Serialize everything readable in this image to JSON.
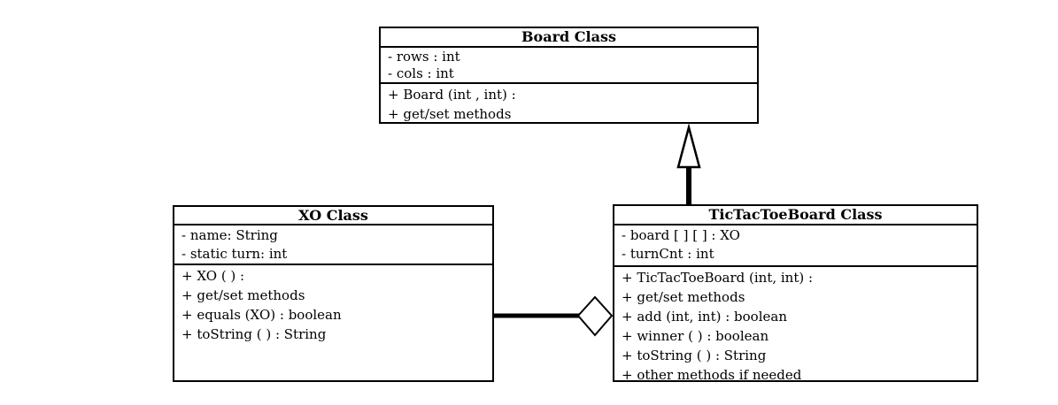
{
  "diagram": {
    "type": "uml-class-diagram",
    "background_color": "#ffffff",
    "line_color": "#000000",
    "box_fill_color": "#ffffff"
  },
  "classes": [
    {
      "id": "board",
      "title": "Board Class",
      "attributes": [
        "- rows : int",
        "- cols : int"
      ],
      "methods": [
        "+ Board (int , int) :",
        "+ get/set methods"
      ]
    },
    {
      "id": "xo",
      "title": "XO Class",
      "attributes": [
        "- name: String",
        "- static turn: int"
      ],
      "methods": [
        "+ XO ( ) :",
        "+ get/set methods",
        "+ equals (XO) : boolean",
        "+ toString ( ) : String"
      ]
    },
    {
      "id": "tictactoeboard",
      "title": "TicTacToeBoard Class",
      "attributes": [
        "- board [ ] [ ] : XO",
        "- turnCnt : int"
      ],
      "methods": [
        "+ TicTacToeBoard (int, int) :",
        "+ get/set methods",
        "+ add (int, int) : boolean",
        "+ winner ( ) : boolean",
        "+ toString ( ) : String",
        "+ other methods if needed"
      ]
    }
  ],
  "relationships": [
    {
      "type": "inheritance",
      "from": "TicTacToeBoard Class",
      "to": "Board Class",
      "marker": "open-triangle"
    },
    {
      "type": "aggregation",
      "from": "XO Class",
      "to": "TicTacToeBoard Class",
      "marker": "open-diamond"
    }
  ]
}
